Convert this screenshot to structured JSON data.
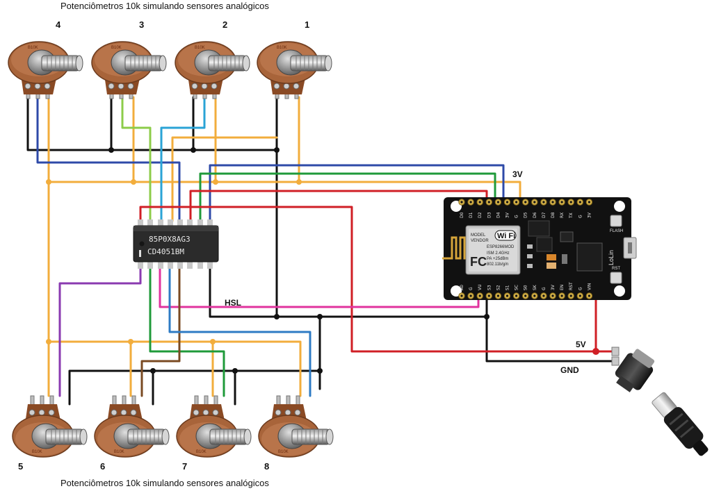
{
  "captions": {
    "top": "Potenciômetros 10k simulando sensores analógicos",
    "bottom": "Potenciômetros 10k simulando sensores analógicos"
  },
  "pots_top": [
    {
      "number": "4",
      "marking": "B10K"
    },
    {
      "number": "3",
      "marking": "B10K"
    },
    {
      "number": "2",
      "marking": "B10K"
    },
    {
      "number": "1",
      "marking": "B10K"
    }
  ],
  "pots_bottom": [
    {
      "number": "5",
      "marking": "B10K"
    },
    {
      "number": "6",
      "marking": "B10K"
    },
    {
      "number": "7",
      "marking": "B10K"
    },
    {
      "number": "8",
      "marking": "B10K"
    }
  ],
  "mux": {
    "line1": "85P0X8AG3",
    "line2": "CD4051BM"
  },
  "nodemcu": {
    "top_pins": [
      "A0",
      "G",
      "VU",
      "S3",
      "S2",
      "S1",
      "SC",
      "S0",
      "SK",
      "G",
      "3V",
      "EN",
      "RST",
      "G",
      "VIN"
    ],
    "bottom_pins": [
      "D0",
      "D1",
      "D2",
      "D3",
      "D4",
      "3V",
      "G",
      "D5",
      "D6",
      "D7",
      "D8",
      "RX",
      "TX",
      "G",
      "3V"
    ],
    "wifi_label": "Wi Fi",
    "module_text": [
      "MODEL",
      "VENDOR",
      "ESP8266MOD",
      "ISM 2.4GHz",
      "PA +25dBm",
      "802.11b/g/n"
    ],
    "fcc": "FC",
    "brand": "LoLin",
    "flash_label": "FLASH",
    "rst_label": "RST"
  },
  "labels": {
    "v3": "3V",
    "hsl": "HSL",
    "v5": "5V",
    "gnd": "GND"
  },
  "colors": {
    "black": "#111111",
    "orange": "#f2ad3c",
    "blue": "#2e4aa8",
    "green": "#1f9a3a",
    "red": "#d01f26",
    "lightgreen": "#8ccc4a",
    "cyan": "#2aa3d6",
    "purple": "#8a3ab0",
    "magenta": "#e0339e",
    "brown": "#7a4a22",
    "board": "#111111",
    "pot_body": "#a8643a"
  }
}
